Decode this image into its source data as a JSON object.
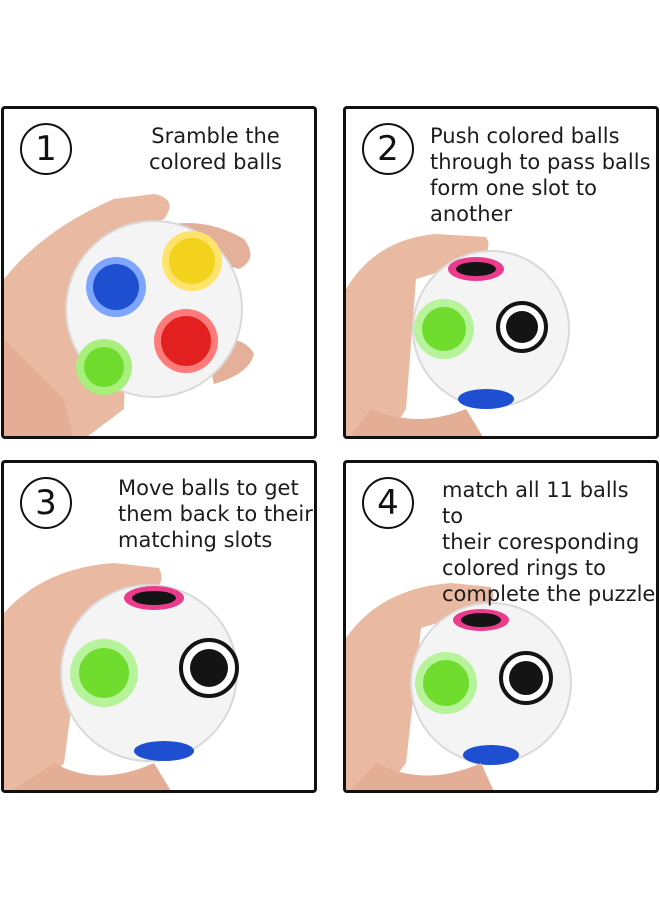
{
  "steps": [
    {
      "number": "1",
      "text": "Sramble the\ncolored balls"
    },
    {
      "number": "2",
      "text": "Push colored balls\nthrough to pass balls\nform one slot to\nanother"
    },
    {
      "number": "3",
      "text": "Move balls to get\nthem back to their\nmatching slots"
    },
    {
      "number": "4",
      "text": "match all 11 balls to\ntheir coresponding\ncolored rings to\ncomplete the puzzle"
    }
  ],
  "colors": {
    "border": "#111111",
    "skin": "#e9b9a2",
    "ball": "#f4f4f4",
    "blue": "#1f4fd1",
    "yellow": "#f2d21c",
    "red": "#e32020",
    "green": "#6fdc2e",
    "pink": "#ea3b8d",
    "black": "#141414"
  }
}
